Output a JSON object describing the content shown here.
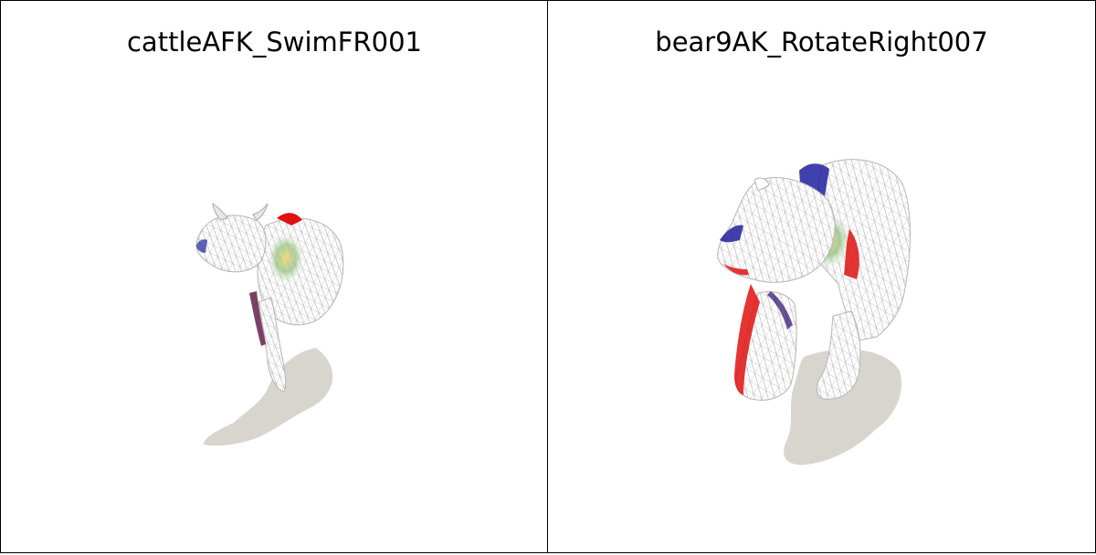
{
  "panels": [
    {
      "title": "cattleAFK_SwimFR001",
      "subject": "cattle-wireframe-mesh"
    },
    {
      "title": "bear9AK_RotateRight007",
      "subject": "bear-wireframe-mesh"
    }
  ],
  "colors": {
    "background": "#ffffff",
    "border": "#000000",
    "shadow": "#d8d5ce",
    "mesh_line": "#bdbdbd",
    "heat_red": "#e01010",
    "heat_blue": "#2020a0",
    "heat_green": "#9bc48a",
    "heat_yellow": "#e9d56a"
  }
}
